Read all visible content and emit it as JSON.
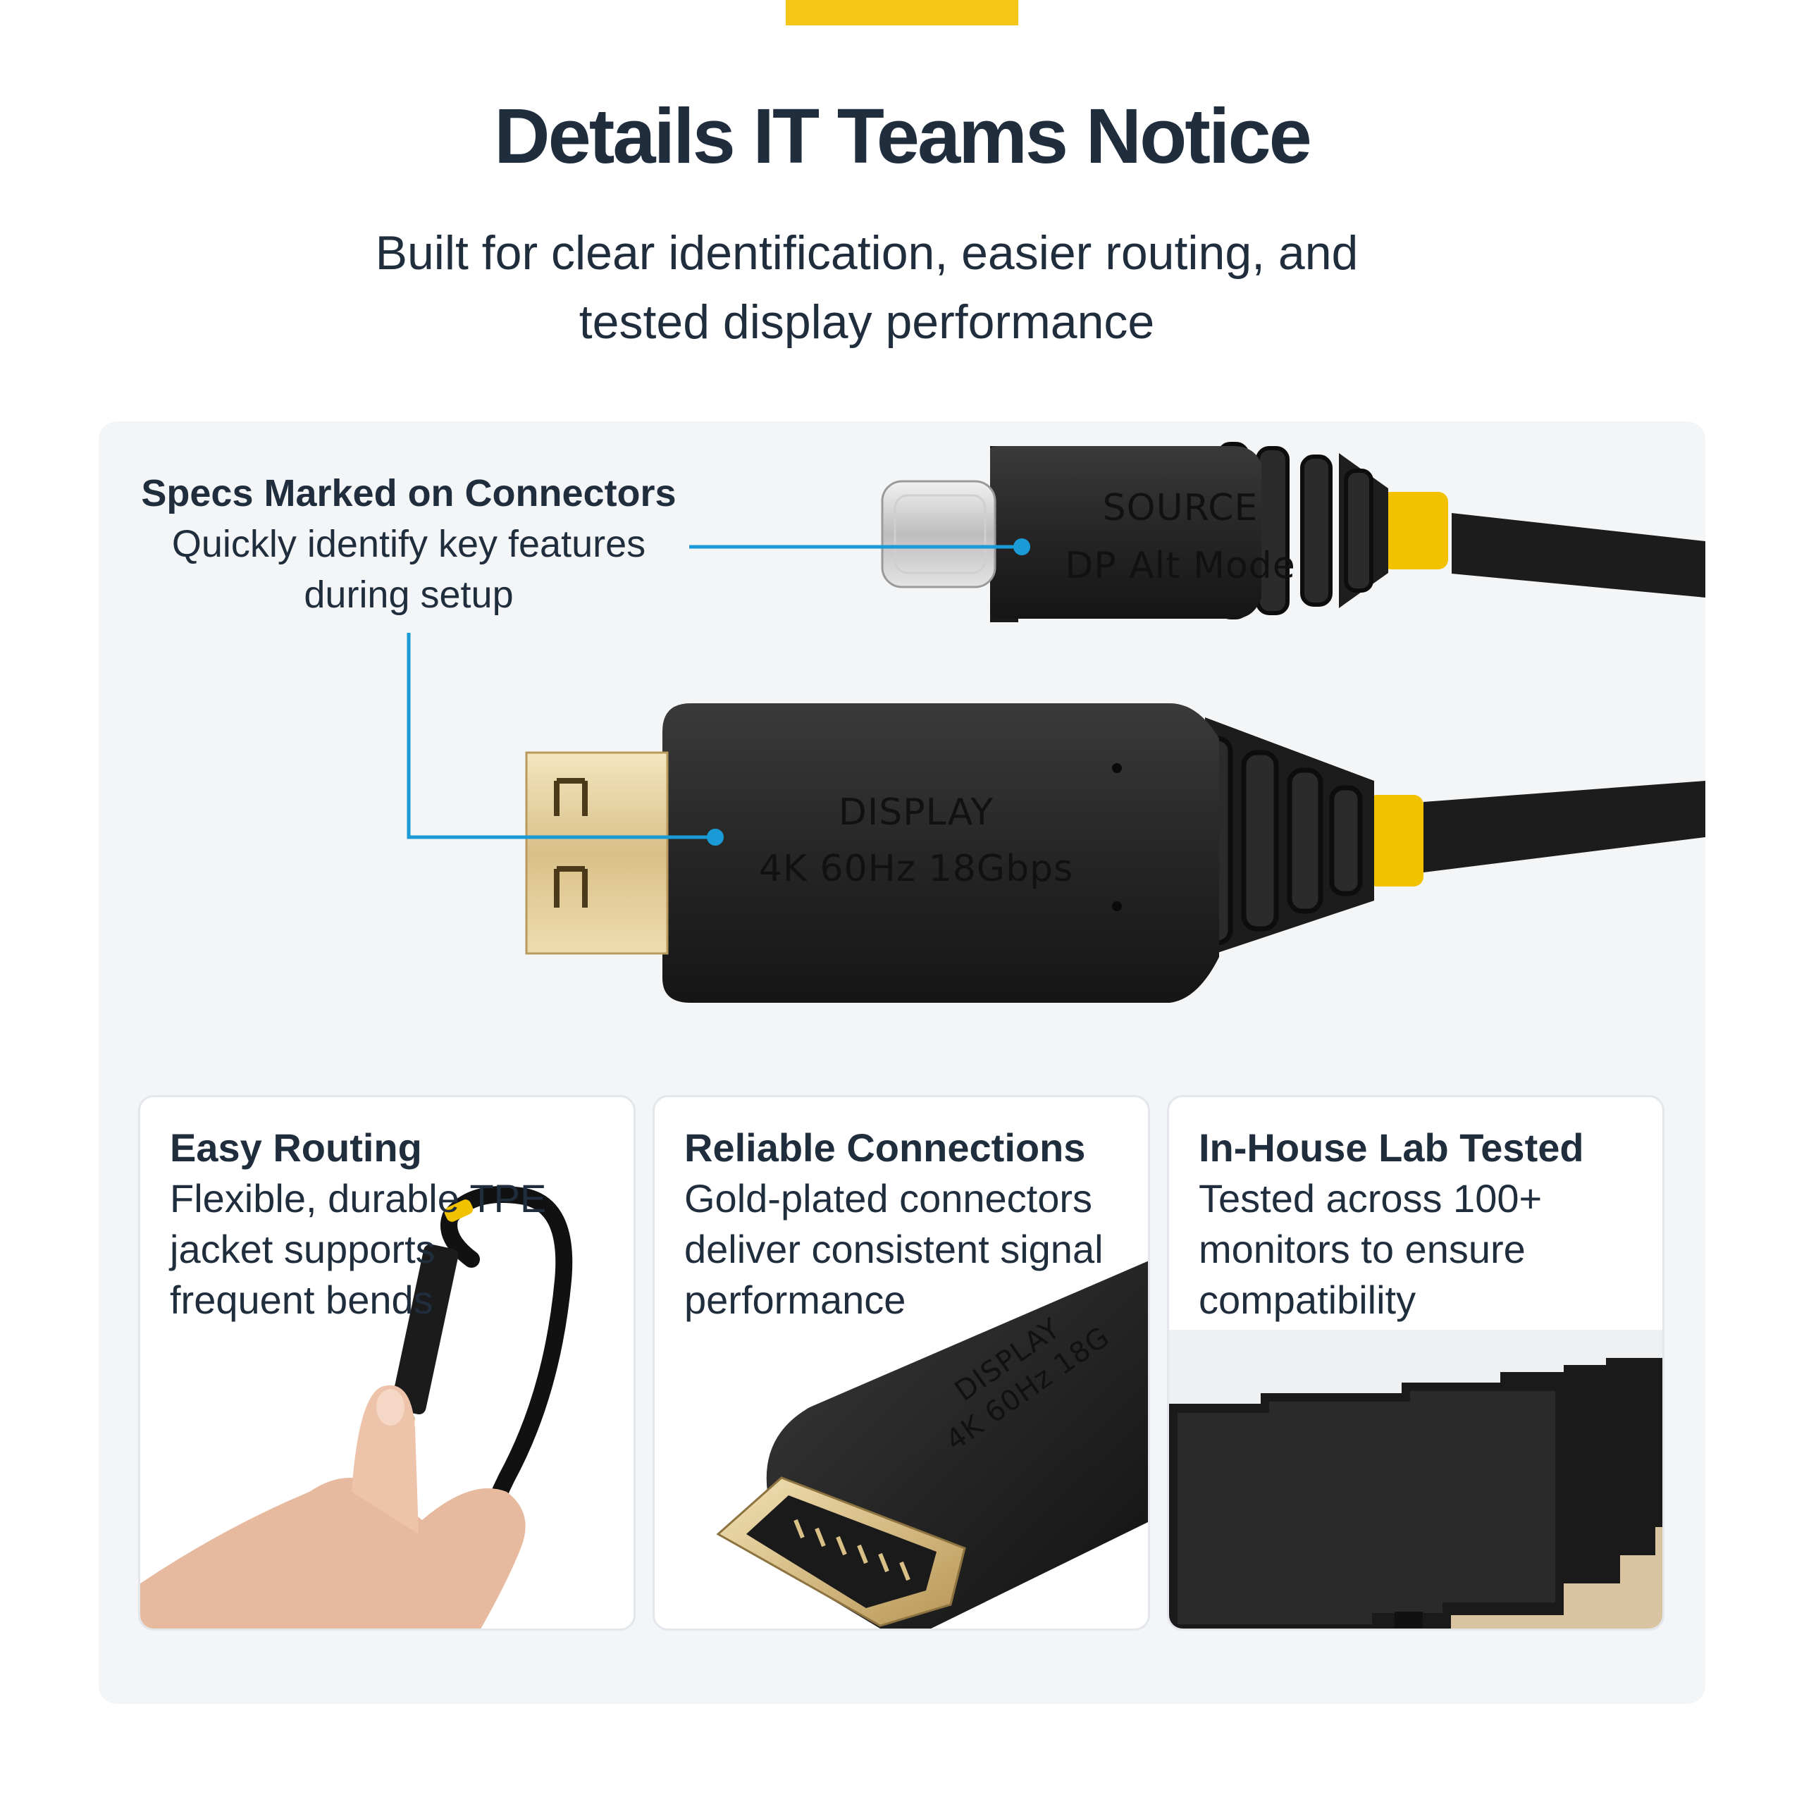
{
  "header": {
    "title": "Details IT Teams Notice",
    "subtitle_line1": "Built for clear identification, easier routing, and",
    "subtitle_line2": "tested display performance",
    "accent_color": "#f5c518"
  },
  "hero": {
    "callout": {
      "title": "Specs Marked on Connectors",
      "line1": "Quickly identify key features",
      "line2": "during setup",
      "line_color": "#1a9ad6"
    },
    "usbc_connector": {
      "line1": "SOURCE",
      "line2": "DP Alt Mode"
    },
    "hdmi_connector": {
      "line1": "DISPLAY",
      "line2": "4K 60Hz 18Gbps"
    }
  },
  "cards": [
    {
      "title": "Easy Routing",
      "desc": [
        "Flexible, durable TPE",
        "jacket supports",
        "frequent bends"
      ]
    },
    {
      "title": "Reliable Connections",
      "desc": [
        "Gold-plated connectors",
        "deliver consistent signal",
        "performance"
      ],
      "connector_line1": "DISPLAY",
      "connector_line2": "4K 60Hz 18G"
    },
    {
      "title": "In-House Lab Tested",
      "desc": [
        "Tested across 100+",
        "monitors to ensure",
        "compatibility"
      ]
    }
  ]
}
